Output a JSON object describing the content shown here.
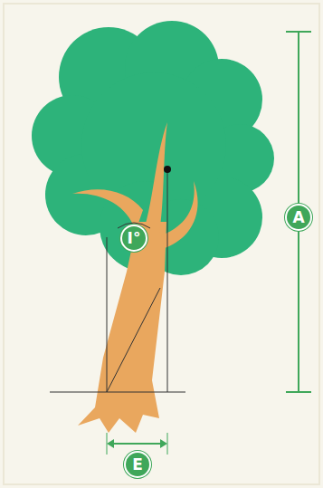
{
  "diagram": {
    "nodes": [
      {
        "text": [
          "A"
        ]
      },
      {
        "text": [
          "I°"
        ]
      },
      {
        "text": [
          "E"
        ]
      }
    ]
  }
}
